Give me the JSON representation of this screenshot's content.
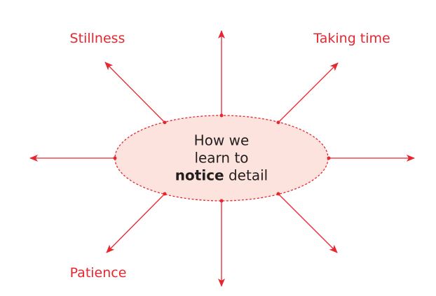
{
  "diagram": {
    "center": {
      "line1": "How we",
      "line2": "learn to",
      "bold": "notice",
      "rest": " detail"
    },
    "labels": {
      "top_left": "Stillness",
      "top_right": "Taking time",
      "bottom_left": "Patience"
    },
    "colors": {
      "accent": "#e8262f",
      "ellipse_fill": "#fde3dd",
      "text": "#231f20"
    }
  }
}
